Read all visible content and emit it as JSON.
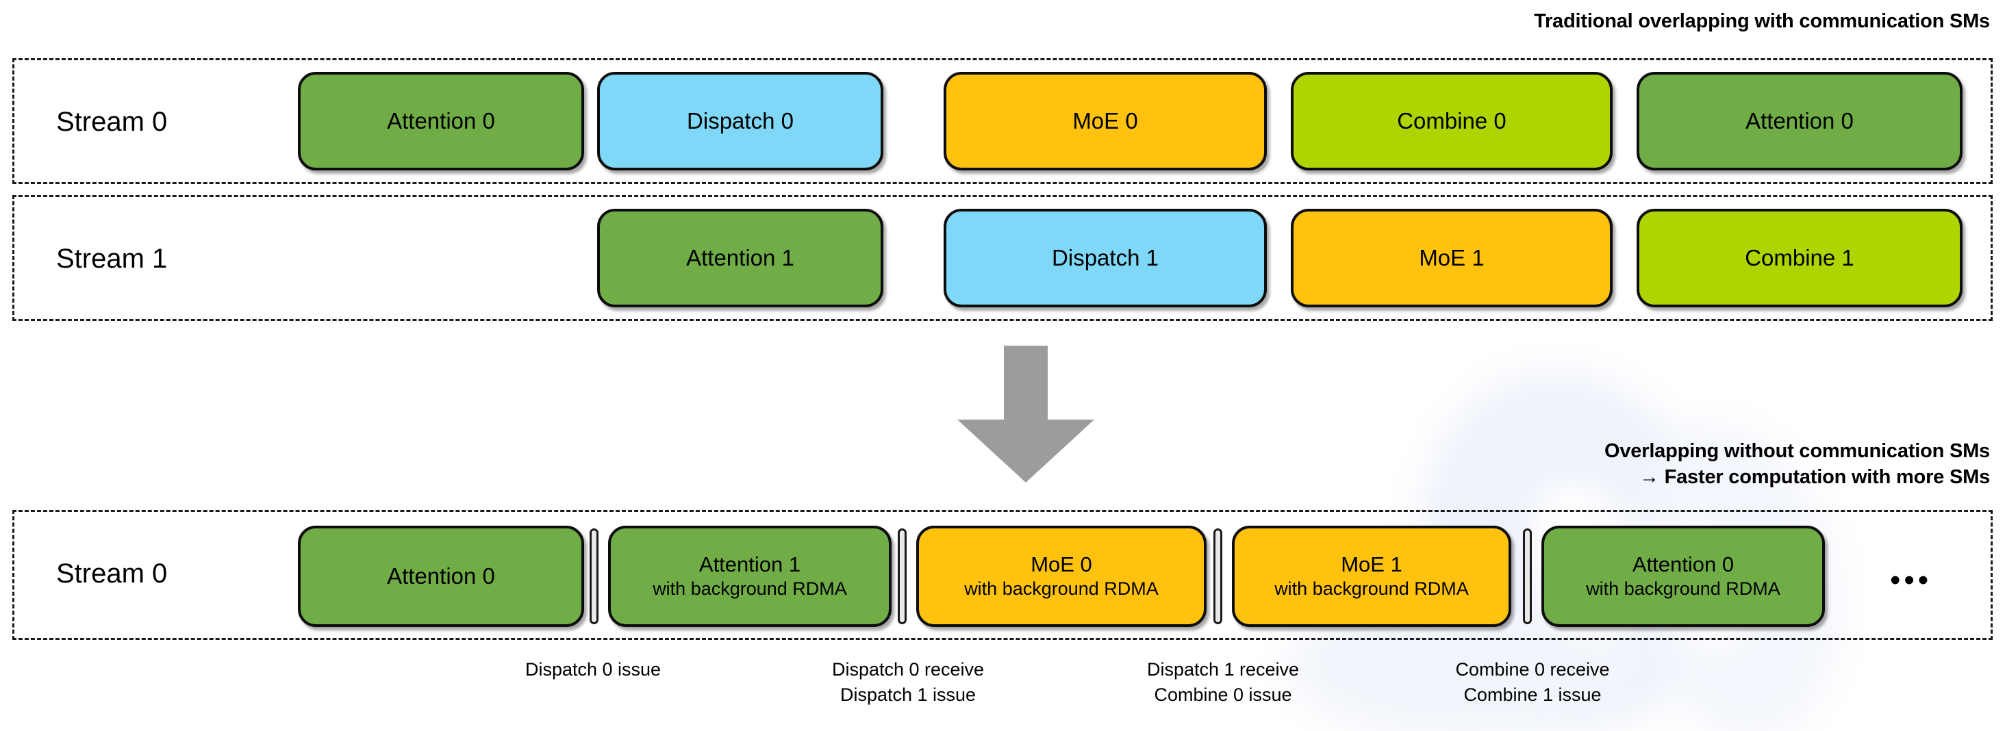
{
  "captions": {
    "top": "Traditional overlapping with communication SMs",
    "bottom": "Overlapping without communication SMs\n→ Faster computation with more SMs"
  },
  "colors": {
    "attention": "#70AD47",
    "dispatch": "#7FD8F7",
    "moe": "#FFC20E",
    "combine": "#AFD500",
    "arrow": "#9C9C9C",
    "outline": "#0d0d0d",
    "separator_fill": "#e9e9e9"
  },
  "traditional": {
    "streams": [
      {
        "label": "Stream 0",
        "blocks": [
          {
            "title": "Attention 0",
            "kind": "attention"
          },
          {
            "title": "Dispatch 0",
            "kind": "dispatch"
          },
          {
            "title": "MoE 0",
            "kind": "moe"
          },
          {
            "title": "Combine 0",
            "kind": "combine"
          },
          {
            "title": "Attention 0",
            "kind": "attention"
          }
        ]
      },
      {
        "label": "Stream 1",
        "blocks": [
          {
            "title": "Attention 1",
            "kind": "attention"
          },
          {
            "title": "Dispatch 1",
            "kind": "dispatch"
          },
          {
            "title": "MoE 1",
            "kind": "moe"
          },
          {
            "title": "Combine 1",
            "kind": "combine"
          }
        ]
      }
    ]
  },
  "merged": {
    "stream": {
      "label": "Stream 0",
      "blocks": [
        {
          "title": "Attention 0",
          "sub": "",
          "kind": "attention"
        },
        {
          "title": "Attention 1",
          "sub": "with background RDMA",
          "kind": "attention"
        },
        {
          "title": "MoE 0",
          "sub": "with background RDMA",
          "kind": "moe"
        },
        {
          "title": "MoE 1",
          "sub": "with background RDMA",
          "kind": "moe"
        },
        {
          "title": "Attention 0",
          "sub": "with background RDMA",
          "kind": "attention"
        }
      ],
      "ellipsis": "•••"
    },
    "events": [
      {
        "text": "Dispatch 0 issue"
      },
      {
        "text": "Dispatch 0 receive\nDispatch 1 issue"
      },
      {
        "text": "Dispatch 1 receive\nCombine 0 issue"
      },
      {
        "text": "Combine 0 receive\nCombine 1 issue"
      }
    ]
  },
  "arrow": {
    "name": "down-arrow"
  }
}
